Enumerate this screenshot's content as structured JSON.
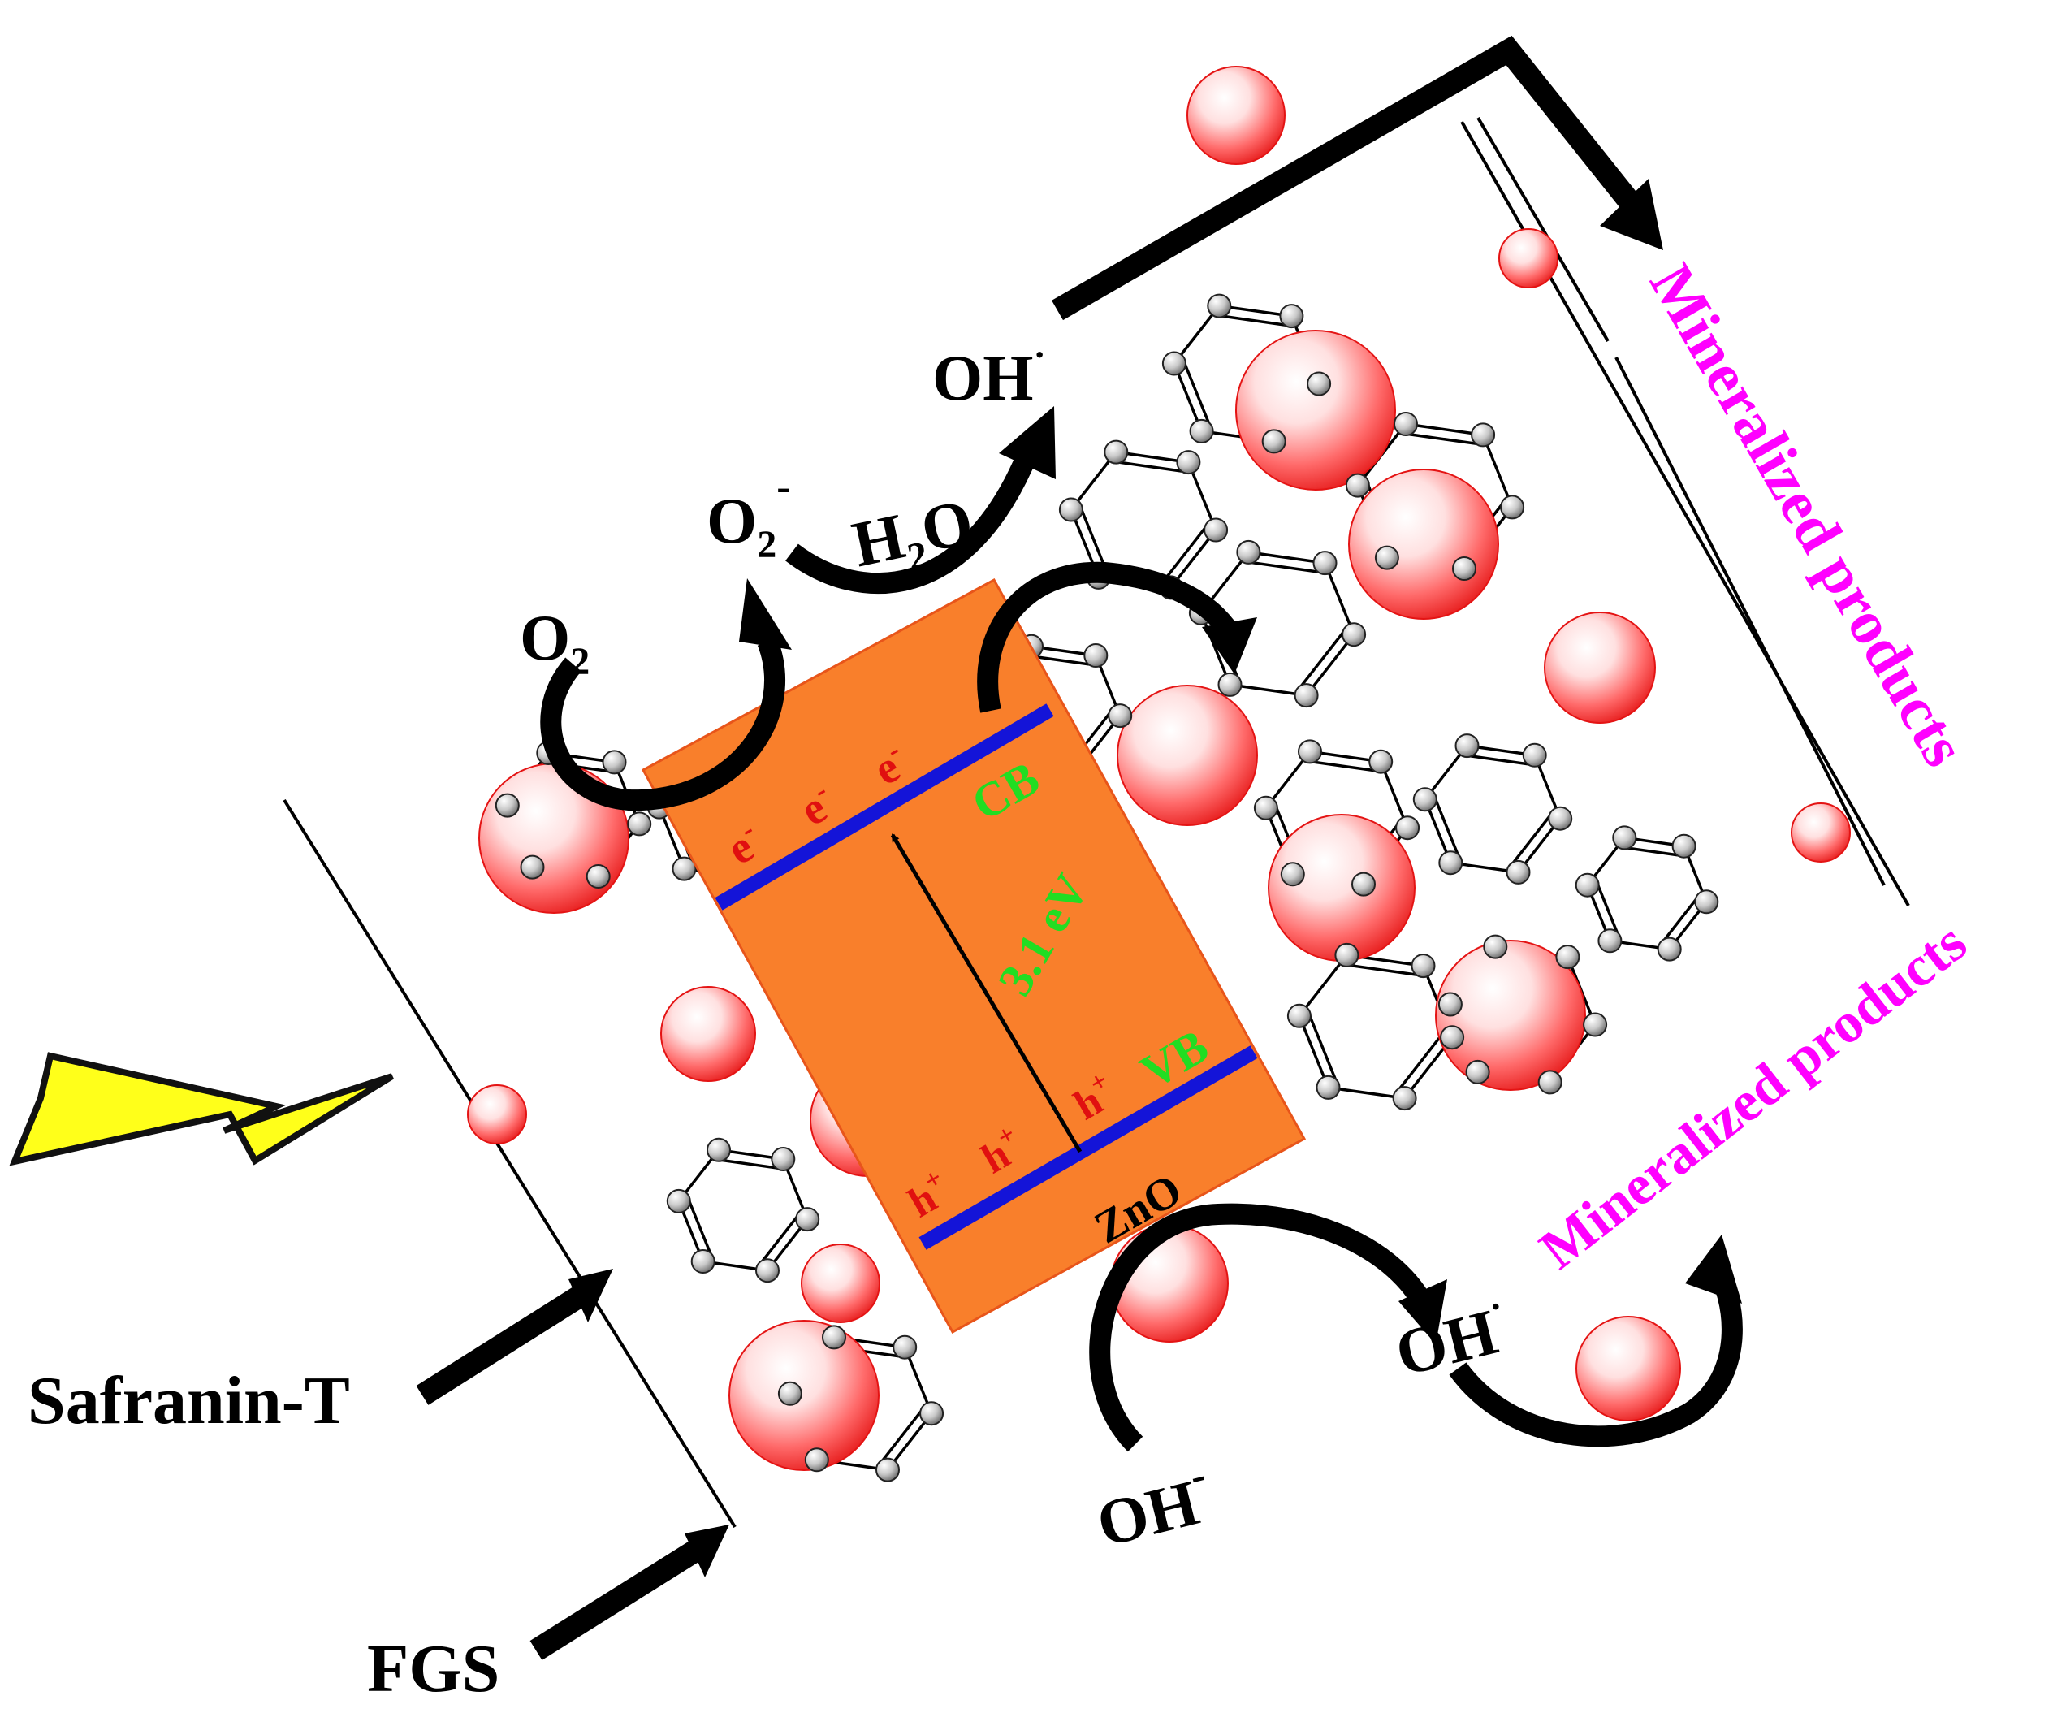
{
  "colors": {
    "background": "#ffffff",
    "bond": "#000000",
    "atom_fill": "#cfcfcf",
    "sphere": "#ff2a2a",
    "zno_block": "#f97f2b",
    "band_line": "#1414d8",
    "electron_text": "#e01010",
    "band_label": "#22dd22",
    "mineralized_text": "#ff00ff",
    "lightning": "#ffff1a",
    "arrow": "#000000"
  },
  "labels": {
    "oh_radical_top": "OH",
    "oh_radical_top_sup": "·",
    "o2_minus": "O",
    "o2_minus_sub": "2",
    "o2_minus_sup": "-",
    "h2o": "H",
    "h2o_sub": "2",
    "h2o_tail": "O",
    "o2": "O",
    "o2_sub": "2",
    "electron": "e",
    "electron_sup": "-",
    "cb": "CB",
    "band_gap": "3.1 eV",
    "vb": "VB",
    "hole": "h",
    "hole_sup": "+",
    "zno": "ZnO",
    "oh_radical_bottom": "OH",
    "oh_radical_bottom_sup": "·",
    "oh_minus": "OH",
    "oh_minus_sup": "-",
    "mineralized_right": "Mineralized products",
    "mineralized_lower": "Mineralized products",
    "safranin": "Safranin-T",
    "fgs": "FGS"
  },
  "icons": [
    "lightning-icon",
    "dye-sphere-icon",
    "carbon-atom-icon"
  ]
}
